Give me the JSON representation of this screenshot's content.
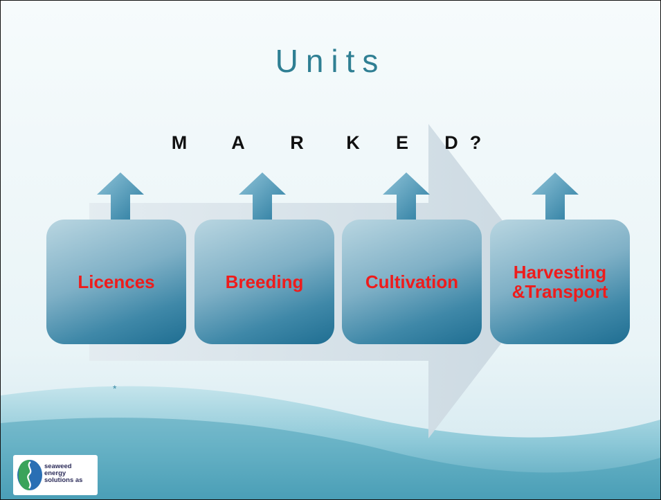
{
  "title": "Units",
  "market_letters": [
    "M",
    "A",
    "R",
    "K",
    "E",
    "D",
    "?"
  ],
  "boxes": [
    {
      "label": "Licences"
    },
    {
      "label": "Breeding"
    },
    {
      "label": "Cultivation"
    },
    {
      "label": "Harvesting &Transport"
    }
  ],
  "footnote": "*",
  "logo": {
    "line1": "seaweed",
    "line2": "energy",
    "line3": "solutions as"
  },
  "colors": {
    "title": "#2f7f93",
    "box_label": "#ee1c1c",
    "arrow": "#4d9ab8",
    "big_arrow": "#cfdde6",
    "teal_bottom": "#6fb3c6"
  }
}
